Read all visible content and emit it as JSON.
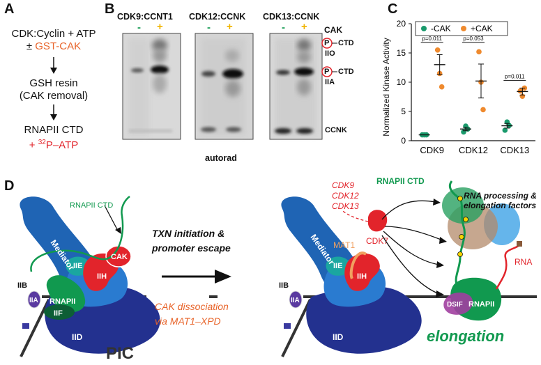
{
  "panel_a": {
    "letter": "A",
    "line1": "CDK:Cyclin + ATP",
    "line2_prefix": "±",
    "line2_reagent": "GST-CAK",
    "line3": "GSH resin",
    "line4": "(CAK removal)",
    "line5": "RNAPII CTD",
    "line6_prefix": "+",
    "line6_sup": "32",
    "line6_rest": "P–ATP"
  },
  "panel_b": {
    "letter": "B",
    "complexes": [
      "CDK9:CCNT1",
      "CDK12:CCNK",
      "CDK13:CCNK"
    ],
    "minus": "-",
    "plus": "+",
    "cak": "CAK",
    "p": "P",
    "ctd": "CTD",
    "iio": "IIO",
    "iia": "IIA",
    "ccnk": "CCNK",
    "footer": "autorad"
  },
  "panel_c": {
    "letter": "C",
    "colors": {
      "minus_cak": "#1a9a6c",
      "plus_cak": "#ef8a2e"
    },
    "chart_data": {
      "type": "scatter",
      "ylabel": "Normalized  Kinase  Activity",
      "ylim": [
        0,
        20
      ],
      "yticks": [
        "0",
        "5",
        "10",
        "15",
        "20"
      ],
      "categories": [
        "CDK9",
        "CDK12",
        "CDK13"
      ],
      "legend": [
        "-CAK",
        "+CAK"
      ],
      "series": [
        {
          "name": "-CAK",
          "color": "#1a9a6c",
          "points": [
            [
              1.0,
              1.0,
              1.0
            ],
            [
              1.5,
              2.5,
              2.0
            ],
            [
              1.8,
              3.2,
              2.6
            ]
          ],
          "means": [
            1.0,
            2.0,
            2.55
          ],
          "sem": [
            0.0,
            0.3,
            0.4
          ]
        },
        {
          "name": "+CAK",
          "color": "#ef8a2e",
          "points": [
            [
              15.5,
              11.5,
              9.2
            ],
            [
              15.2,
              10.0,
              5.3
            ],
            [
              8.5,
              7.6,
              9.0
            ]
          ],
          "means": [
            13.0,
            10.2,
            8.4
          ],
          "sem": [
            1.7,
            2.9,
            0.6
          ]
        }
      ],
      "annotations": [
        "p=0.011",
        "p=0.053",
        "p=0.011"
      ]
    }
  },
  "panel_d": {
    "letter": "D",
    "mediator": "Mediator",
    "rnapii_ctd": "RNAPII CTD",
    "iie": "IIE",
    "iih": "IIH",
    "cak": "CAK",
    "iib": "IIB",
    "iia": "IIA",
    "rnapii": "RNAPII",
    "iif": "IIF",
    "iid": "IID",
    "pic": "PIC",
    "txn_line1": "TXN initiation &",
    "txn_line2": "promoter escape",
    "diss_line1": "CAK dissociation",
    "diss_line2": "via MAT1–XPD",
    "cdk_list": [
      "CDK9",
      "CDK12",
      "CDK13"
    ],
    "mat1": "MAT1",
    "cdk7": "CDK7",
    "rna_proc_line1": "RNA processing &",
    "rna_proc_line2": "elongation factors",
    "rna": "RNA",
    "dsif": "DSIF",
    "elongation": "elongation"
  }
}
